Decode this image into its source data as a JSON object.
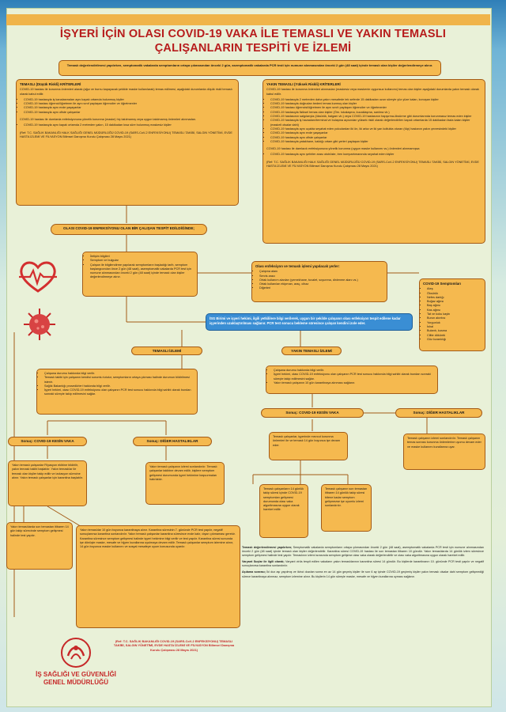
{
  "title": {
    "line1": "İŞYERİ İÇİN OLASI COVID-19 VAKA İLE TEMASLI VE YAKIN TEMASLI",
    "line2": "ÇALIŞANLARIN TESPİTİ VE İZLEMİ"
  },
  "intro": "Temaslı değerlendirilmesi yapılırken, semptomatik vakalarda semptomların ortaya çıkmasından önceki 2 gün, asemptomatik vakalarda PCR testi için numune alınmasından önceki 2 gün (48 saat) içinde temaslı olan kişiler değerlendirmeye alınır.",
  "temasli_box": {
    "head": "TEMASLI (Düşük Riskli) KRİTERLERİ",
    "p1": "COVID-19 hastası ile korunma önlemleri alarak (ağız ve burnu kapayacak şekilde maske kullanılarak) temas edilmesi, aşağıdaki durumlarda düşük riskli temaslı olarak kabul edilir.",
    "items": [
      "COVID-19 hastasıyla iş kanalasmaları aynı kapalı ortamda bulunmuş kişiler",
      "COVID-19 hastası öğrenci/öğretmen ile aynı sınıf paylaşan öğrenciler ve öğretmenler",
      "COVID-19 hastasıyla aynı evde yaşayanlar",
      "COVID-19 hastasıyla aynı ofiste çalışanlar"
    ],
    "p2": "COVID-19 hastası ile dumlarda enfeksiyonuna yönelik korunma (maske) hiç takılmamış veya uygun takılmamış önlemleri alınmadan.",
    "p3": "COVID-19 hastasıyla aynı kapalı ortamda 2 metreden yakın, 15 dakikadan kısa süre bulunmuş maskesiz kişiler",
    "cite": "(Ref: T.C. SAĞLIK BAKANLIĞI HALK SAĞLIĞI GENEL MÜDÜRLÜĞÜ COVID-19 (SARS-CoV-2 ENFEKSİYONU) TEMASLI TAKİBİ, SALGIN YÖNETİMİ, EVDE HASTA İZLEMİ VE FİLYASYON Bilimsel Danışma Kurulu Çalışması 28 Mayıs 2021)"
  },
  "yakin_box": {
    "head": "YAKIN TEMASLI (Yüksek Riskli) KRİTERLERİ",
    "p1": "COVID-19 hastası ile korunma önlemleri alınmadan (maskesiz veya maskenin uygunsuz kullanımı) temas olan kişiler aşağıdaki durumlarda yakın temaslı olarak kabul edilir.",
    "items": [
      "COVID-19 hastasıyla 2 metreden daha yakın mesafede tek seferde 15 dakikadan uzun süreyle yüz yüze kalan, konuşan kişiler",
      "COVID-19 hastasıyla doğrudan bedeni temas kurmuş olan kişiler",
      "COVID-19 hastası öğrencisi/öğretmen ile aynı sınıfı paylaşan öğrenciler ve öğretmenler",
      "COVID-19 hastasıyla fiziksel temas olan kişiler (Örn. tokalaşma, kucaklaşma, sarılma vb.)",
      "COVID-19 hastasının salgılarıyla (öksürük, balgam vb.) veya COVID-19 hastasının hapşırma-öksürme gibi durumlarında korunmasız temas eden kişiler",
      "COVID-19 hastasıyla iş havaalanı/terminal ve bulaşma açısından yüksek riskli olarak değerlendirilen kapalı ortamlarda 15 dakikadan fazla kalan kişiler (maskeli olsalar dahi)",
      "COVID-19 hastasıyla aynı uçakta seyahat eden yolculardan iki ön, iki arka ve iki yan koltukta oturan (tüp) hastanın yakın çevresindeki kişiler",
      "COVID-19 hastasıyla aynı evde yaşayanlar",
      "COVID-19 hastasıyla aynı ofiste çalışanlar",
      "COVID-19 hastasıyla yatakhane, kaldığı ortam gibi yerleri paylaşan kişiler"
    ],
    "p2": "COVID-19 hastası ile damlacık enfeksiyonuna yönelik korunma (uygun maske kullanımı vs.) önlemleri alınmamışsa",
    "p3": "COVID-19 hastasıyla aynı şehirler arası otobüste, tren kompartımanında seyahat eden kişiler",
    "cite": "(Ref: T.C. SAĞLIK BAKANLIĞI HALK SAĞLIĞI GENEL MÜDÜRLÜĞÜ COVID-19 (SARS-CoV-2 ENFEKSİYONU) TEMASLI TAKİBİ, SALGIN YÖNETİMİ, EVDE HASTA İZLEMİ VE FİLYASYON Bilimsel Danışma Kurulu Çalışması 28 Mayıs 2021)"
  },
  "detect_label": "OLASI COVID-19 ENFEKSİYONU OLAN BİR ÇALIŞAN TESPİT EDİLDİĞİNDE;",
  "steps_box": [
    "İletişim bilgileri",
    "Semptom ve bulgular",
    "Çalışan ile bilgilendirme yapılarak semptomların başladığı tarih, semptom başlangıcından önce 2 gün (48 saat), asemptomatik vakalarda PCR test için numune alınmasından önceki 2 gün (48 saat) içinde temaslı olan kişiler değerlendirmeye alınır."
  ],
  "investigate_box": {
    "head": "Olası enfeksiyon ve temaslı işlemi yapılacak yerler:",
    "items": [
      "Çalışma alanı",
      "Servis aracı",
      "Ortak kullanım alanları (yemekhane, tuvalet, soyunma, dinlenme alanı vs.)",
      "Ortak kullanılan ekipman, araç, cihaz",
      "Diğerleri"
    ]
  },
  "symptoms_box": {
    "head": "COVID-19 Semptomları",
    "items": [
      "Ateş",
      "Öksürük",
      "Nefes darlığı",
      "Boğaz ağrısı",
      "Baş ağrısı",
      "Kas ağrısı",
      "Tat ve koku kaybı",
      "Burun akıntısı",
      "Yorgunluk",
      "İshal",
      "Bulantı, kusma",
      "Ciltte döküntü",
      "Göz kızarıklığı"
    ]
  },
  "blue_box": "İSG Birimi ve işyeri hekimi, ilgili yetkililere bilgi verilerek, uygun bir şekilde çalışanın olası enfeksiyon tespit edilene kadar işyerinden uzaklaştırılması sağlanır. PCR test sonucu bekleme süresince çalışan kendini izole eder.",
  "branch_labels": {
    "temasli": "TEMASLI İZLEMİ",
    "yakin": "YAKIN TEMASLI İZLEMİ"
  },
  "temasli_info": [
    "Çalışana durumu hakkında bilgi verilir.",
    "Temaslı takibi için çalışanın kendisi sorumlu tutulur, semptomların ortaya çıkması halinde durumun bildirilmesi istenir.",
    "Sağlık Bakanlığı prosedürleri hakkında bilgi verilir.",
    "İşyeri hekimi, olası COVID-19 enfeksiyonu olan çalışanın PCR test sonucu hakkında bilgi sahibi olarak bundan sonraki süreçte takip edilmesini sağlar."
  ],
  "yakin_info": [
    "Çalışana durumu hakkında bilgi verilir.",
    "İşyeri hekimi, olası COVID-19 enfeksiyonu olan çalışanın PCR test sonucu hakkında bilgi sahibi olarak bundan sonraki süreçte takip edilmesini sağlar.",
    "Yakın temaslı çalışanın 10 gün karantinaya alınması sağlanır."
  ],
  "result_labels": {
    "left_positive": "Sonuç: COVID-19 KESİN VAKA",
    "left_other": "Sonuç: DİĞER HASTALIKLAR",
    "right_positive": "Sonuç: COVID-19 KESİN VAKA",
    "right_other": "Sonuç: DİĞER HASTALIKLAR"
  },
  "left_positive_box": "Yakın temaslı çalışanlar Filyasyon ekibine bildirilir, yakın temaslı takibi başlatılır. Yakın temaslılar ile temaslı olan kişiler takip edilir ve izolasyon sürecine alınır. Yakın temaslı çalışanlar için karantina başlatılır.",
  "left_other_box": "Yakın temaslı çalışanın izlemi sonlandırılır. Temaslı çalışanlar takibine devam edilir, kişilere semptom gelişmesi durumunda işyeri hekimine başvurmaları hatırlatılır.",
  "left_small_box": "Yakın temaslılarda son temastan itibaren 14 gün takip sürecinde semptom gelişmesi halinde test yapılır.",
  "left_long_box": "Yakın temaslılar 10 gün boyunca karantinaya alınır. Karantina süresinin 7. gününde PCR test yapılır, negatif sonuçlanırsa karantina sonlandırılır. Yakın temaslı çalışanlar karantina süresince evde kalır, dışarı çıkmaması gerekir. Karantina süresince semptom gelişmesi halinde işyeri hekimine bilgi verilir ve test yapılır. Karantina süresi sonunda işe dönüşte maske, mesafe ve hijyen kurallarına uyulmaya devam edilir. Temaslı çalışanlar semptom izlemine alınır, 14 gün boyunca maske kullanımı ve sosyal mesafeye uyum konusunda uyarılır.",
  "mid_left_box": "Temaslı çalışanlar, işyerinde mevcut korunma önlemleri ile ve temaslı 14 gün boyunca işe devam eder.",
  "mid_small1": "Temaslı çalışanların 14 günlük takip süresi içinde COVID-19 semptomları gelişmesi durumunda olası vaka algoritmasına uygun olarak hareket edilir.",
  "mid_small2": "Temaslı çalışanın son temastan itibaren 14 günlük takip süresi bitene kadar semptom gelişmezse işe uyumlu izlemi sonlandırılır.",
  "right_other_box": "Temaslı çalışanın izlemi sonlandırılır. Temaslı çalışanın temas sonrası korunma önlemlerine uyumu devam eder ve maske kullanımı kurallarına uyar.",
  "definitions": {
    "p1_head": "Temaslı değerlendirmesi yapılırken;",
    "p1": "Semptomatik vakalarda semptomların ortaya çıkmasından önceki 2 gün (48 saat), asemptomatik vakalarda PCR testi için numune alınmasından önceki 2 gün (48 saat) içinde temaslı olan kişiler değerlendirilir. Karantina süresi COVID-19 hastası ile son temastan itibaren 10 gündür. Yakın temaslılarda 14 günlük izlem süresince semptom gelişmesi halinde test yapılır. Temaslının izlemi sırasında semptom gelişirse olası vaka olarak değerlendirilir ve olası vaka algoritmasına uygun olarak hareket edilir.",
    "p2_head": "Varyant Suşlar ile ilgili olarak;",
    "p2": "Varyant virüs tespit edilen vakaların yakın temaslılarının karantina süresi 14 gündür. Bu kişilerde karantinanın 10. gününde PCR testi yapılır ve negatif sonuçlanırsa karantina sonlandırılır.",
    "p3_head": "Aşılama sonrası;",
    "p3": "İki doz aşı yapılmış ve ikinci dozdan sonra en az 14 gün geçmiş kişiler ile son 6 ay içinde COVID-19 geçirmiş kişiler yakın temaslı olsalar dahi semptom gelişmediği sürece karantinaya alınmaz, semptom izlemine alınır. Bu kişilerin 14 gün süreyle maske, mesafe ve hijyen kurallarına uyması sağlanır."
  },
  "bottom_cite": "(Ref: T.C. SAĞLIK BAKANLIĞI COVID-19 (SARS-CoV-2 ENFEKSİYONU) TEMASLI TAKİBİ, SALGIN YÖNETİMİ, EVDE HASTA İZLEMİ VE FİLYASYON Bilimsel Danışma Kurulu Çalışması 28 Mayıs 2021)",
  "logo": {
    "line1": "İŞ SAĞLIĞI VE GÜVENLİĞİ",
    "line2": "GENEL MÜDÜRLÜĞÜ"
  },
  "colors": {
    "orange": "#f5b94f",
    "border": "#a45b16",
    "title_red": "#b71c1c",
    "blue": "#3a8ed4"
  }
}
